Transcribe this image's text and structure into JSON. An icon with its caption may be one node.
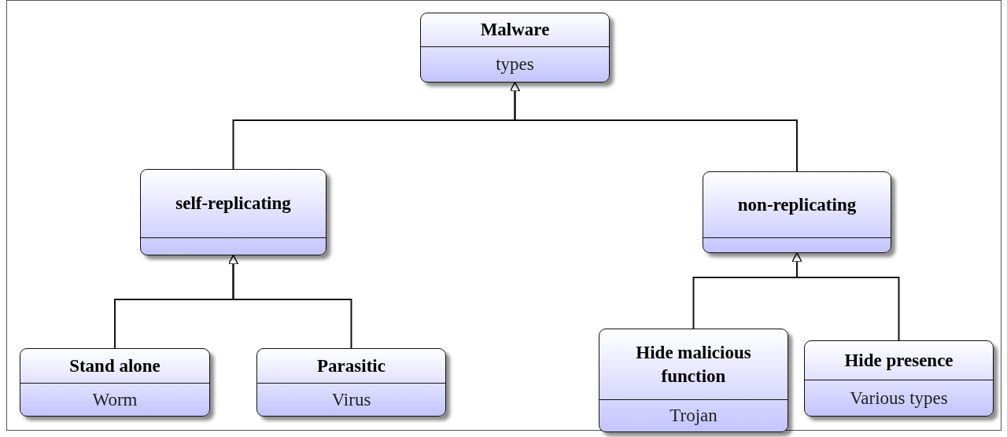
{
  "diagram": {
    "nodes": [
      {
        "text": [
          "Malware",
          "types"
        ]
      },
      {
        "text": [
          "self-replicating"
        ]
      },
      {
        "text": [
          "non-replicating"
        ]
      },
      {
        "text": [
          "Stand alone",
          "Worm"
        ]
      },
      {
        "text": [
          "Parasitic",
          "Virus"
        ]
      },
      {
        "text": [
          "Hide malicious function",
          "Trojan"
        ]
      },
      {
        "text": [
          "Hide presence",
          "Various types"
        ]
      }
    ],
    "edges": [
      {
        "from": 1,
        "to": 0,
        "arrow": "to"
      },
      {
        "from": 2,
        "to": 0,
        "arrow": "to"
      },
      {
        "from": 3,
        "to": 1,
        "arrow": "to"
      },
      {
        "from": 4,
        "to": 1,
        "arrow": "to"
      },
      {
        "from": 5,
        "to": 2,
        "arrow": "to"
      },
      {
        "from": 6,
        "to": 2,
        "arrow": "to"
      }
    ]
  }
}
